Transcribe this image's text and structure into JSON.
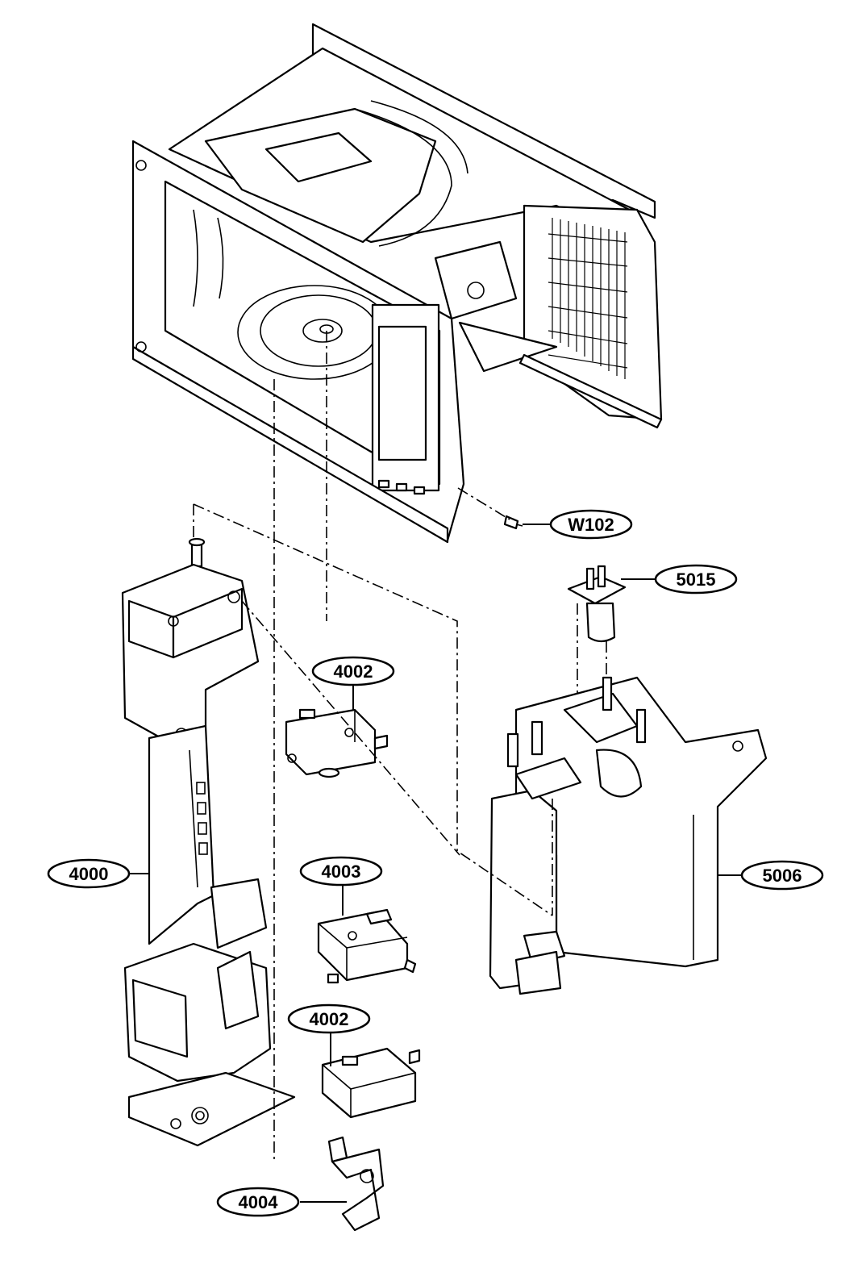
{
  "callouts": {
    "w102": "W102",
    "p5015": "5015",
    "p4002_top": "4002",
    "p4003": "4003",
    "p4002_bottom": "4002",
    "p4000": "4000",
    "p5006": "5006",
    "p4004": "4004"
  },
  "colors": {
    "line": "#000000",
    "background": "#ffffff"
  }
}
